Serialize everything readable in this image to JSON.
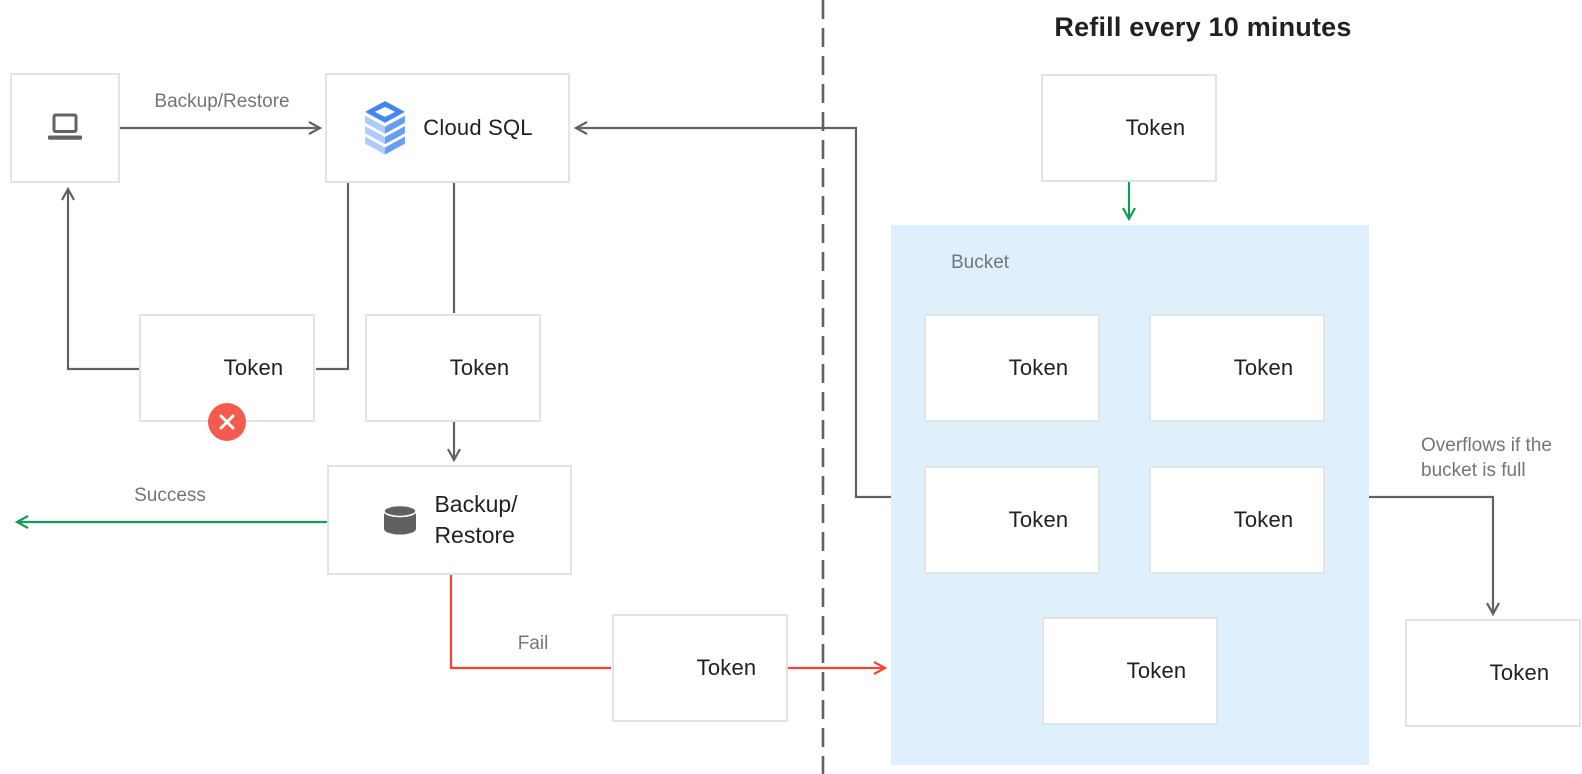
{
  "title": "Refill every 10 minutes",
  "nodes": {
    "client": {
      "icon": "laptop-icon"
    },
    "cloud_sql": {
      "label": "Cloud SQL",
      "icon": "cloud-sql-icon"
    },
    "token_rejected": {
      "label": "Token",
      "icon": "token-icon",
      "badge": "error-x-icon"
    },
    "token_granted": {
      "label": "Token",
      "icon": "token-icon"
    },
    "backup_restore": {
      "label_line1": "Backup/",
      "label_line2": "Restore",
      "icon": "database-icon"
    },
    "token_failed": {
      "label": "Token",
      "icon": "token-icon"
    },
    "token_refill": {
      "label": "Token",
      "icon": "token-icon"
    },
    "bucket": {
      "label": "Bucket",
      "icon": "bucket-icon",
      "token_labels": [
        "Token",
        "Token",
        "Token",
        "Token",
        "Token"
      ]
    },
    "token_overflow": {
      "label": "Token",
      "icon": "token-icon"
    }
  },
  "edges": {
    "client_to_cloudsql": {
      "label": "Backup/Restore"
    },
    "success": {
      "label": "Success"
    },
    "fail": {
      "label": "Fail"
    },
    "overflow": {
      "label_line1": "Overflows if the",
      "label_line2": "bucket is full"
    }
  },
  "colors": {
    "line_grey": "#5f6368",
    "line_green": "#0f9d58",
    "line_red": "#f44336",
    "error_badge": "#f45b4e",
    "bucket_fill": "#def0fb",
    "box_border": "#e3e3e3",
    "icon_grey": "#616161",
    "label_grey": "#757575",
    "text_dark": "#212121",
    "cloud_sql_blue": "#4285f4",
    "cloud_sql_light": "#aecbfa",
    "cloud_sql_mid": "#669df6"
  }
}
